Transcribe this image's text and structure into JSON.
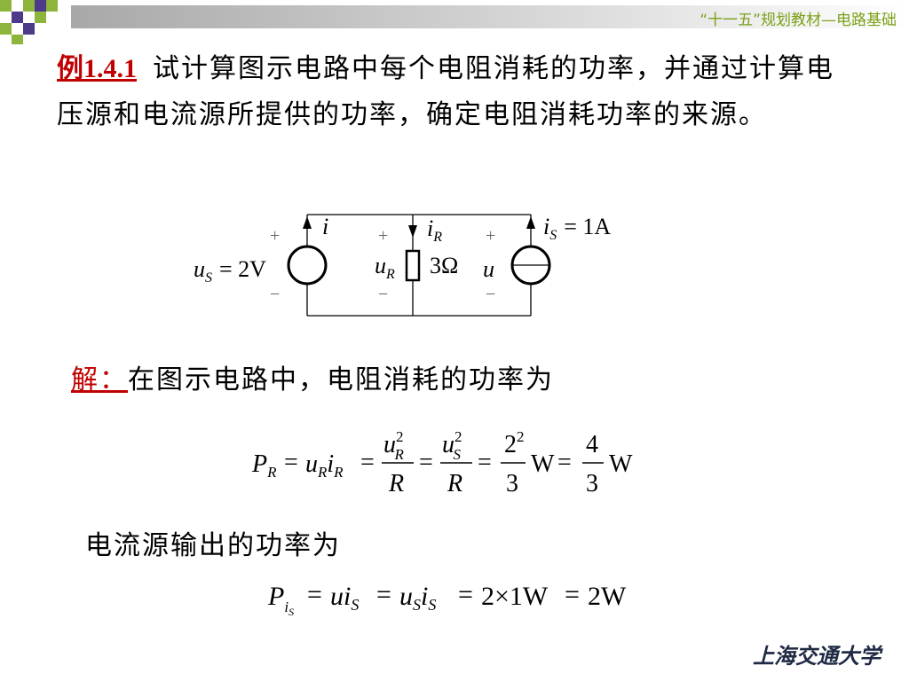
{
  "header": {
    "course_title": "“十一五”规划教材—电路基础"
  },
  "problem": {
    "label": "例1.4.1",
    "text": "试计算图示电路中每个电阻消耗的功率，并通过计算电压源和电流源所提供的功率，确定电阻消耗功率的来源。"
  },
  "circuit": {
    "us_label": "u",
    "us_sub": "S",
    "us_value": "= 2V",
    "i_label": "i",
    "iR_label": "i",
    "iR_sub": "R",
    "uR_label": "u",
    "uR_sub": "R",
    "R_value": "3Ω",
    "u_label": "u",
    "is_label": "i",
    "is_sub": "S",
    "is_value": "= 1A",
    "plus": "+",
    "minus": "−"
  },
  "solution": {
    "label": "解：",
    "text": "在图示电路中，电阻消耗的功率为"
  },
  "formula1": {
    "P": "P",
    "P_sub": "R",
    "eq": "=",
    "u": "u",
    "R_sub": "R",
    "i": "i",
    "S_sub": "S",
    "sq": "2",
    "den_R": "R",
    "two": "2",
    "three": "3",
    "four": "4",
    "unit": "W"
  },
  "current_source_text": "电流源输出的功率为",
  "formula2": {
    "P": "P",
    "i": "i",
    "S_sub": "S",
    "eq": "=",
    "u": "u",
    "expr": "2×1W",
    "result": "2W"
  },
  "footer": {
    "signature": "上海交通大学"
  }
}
